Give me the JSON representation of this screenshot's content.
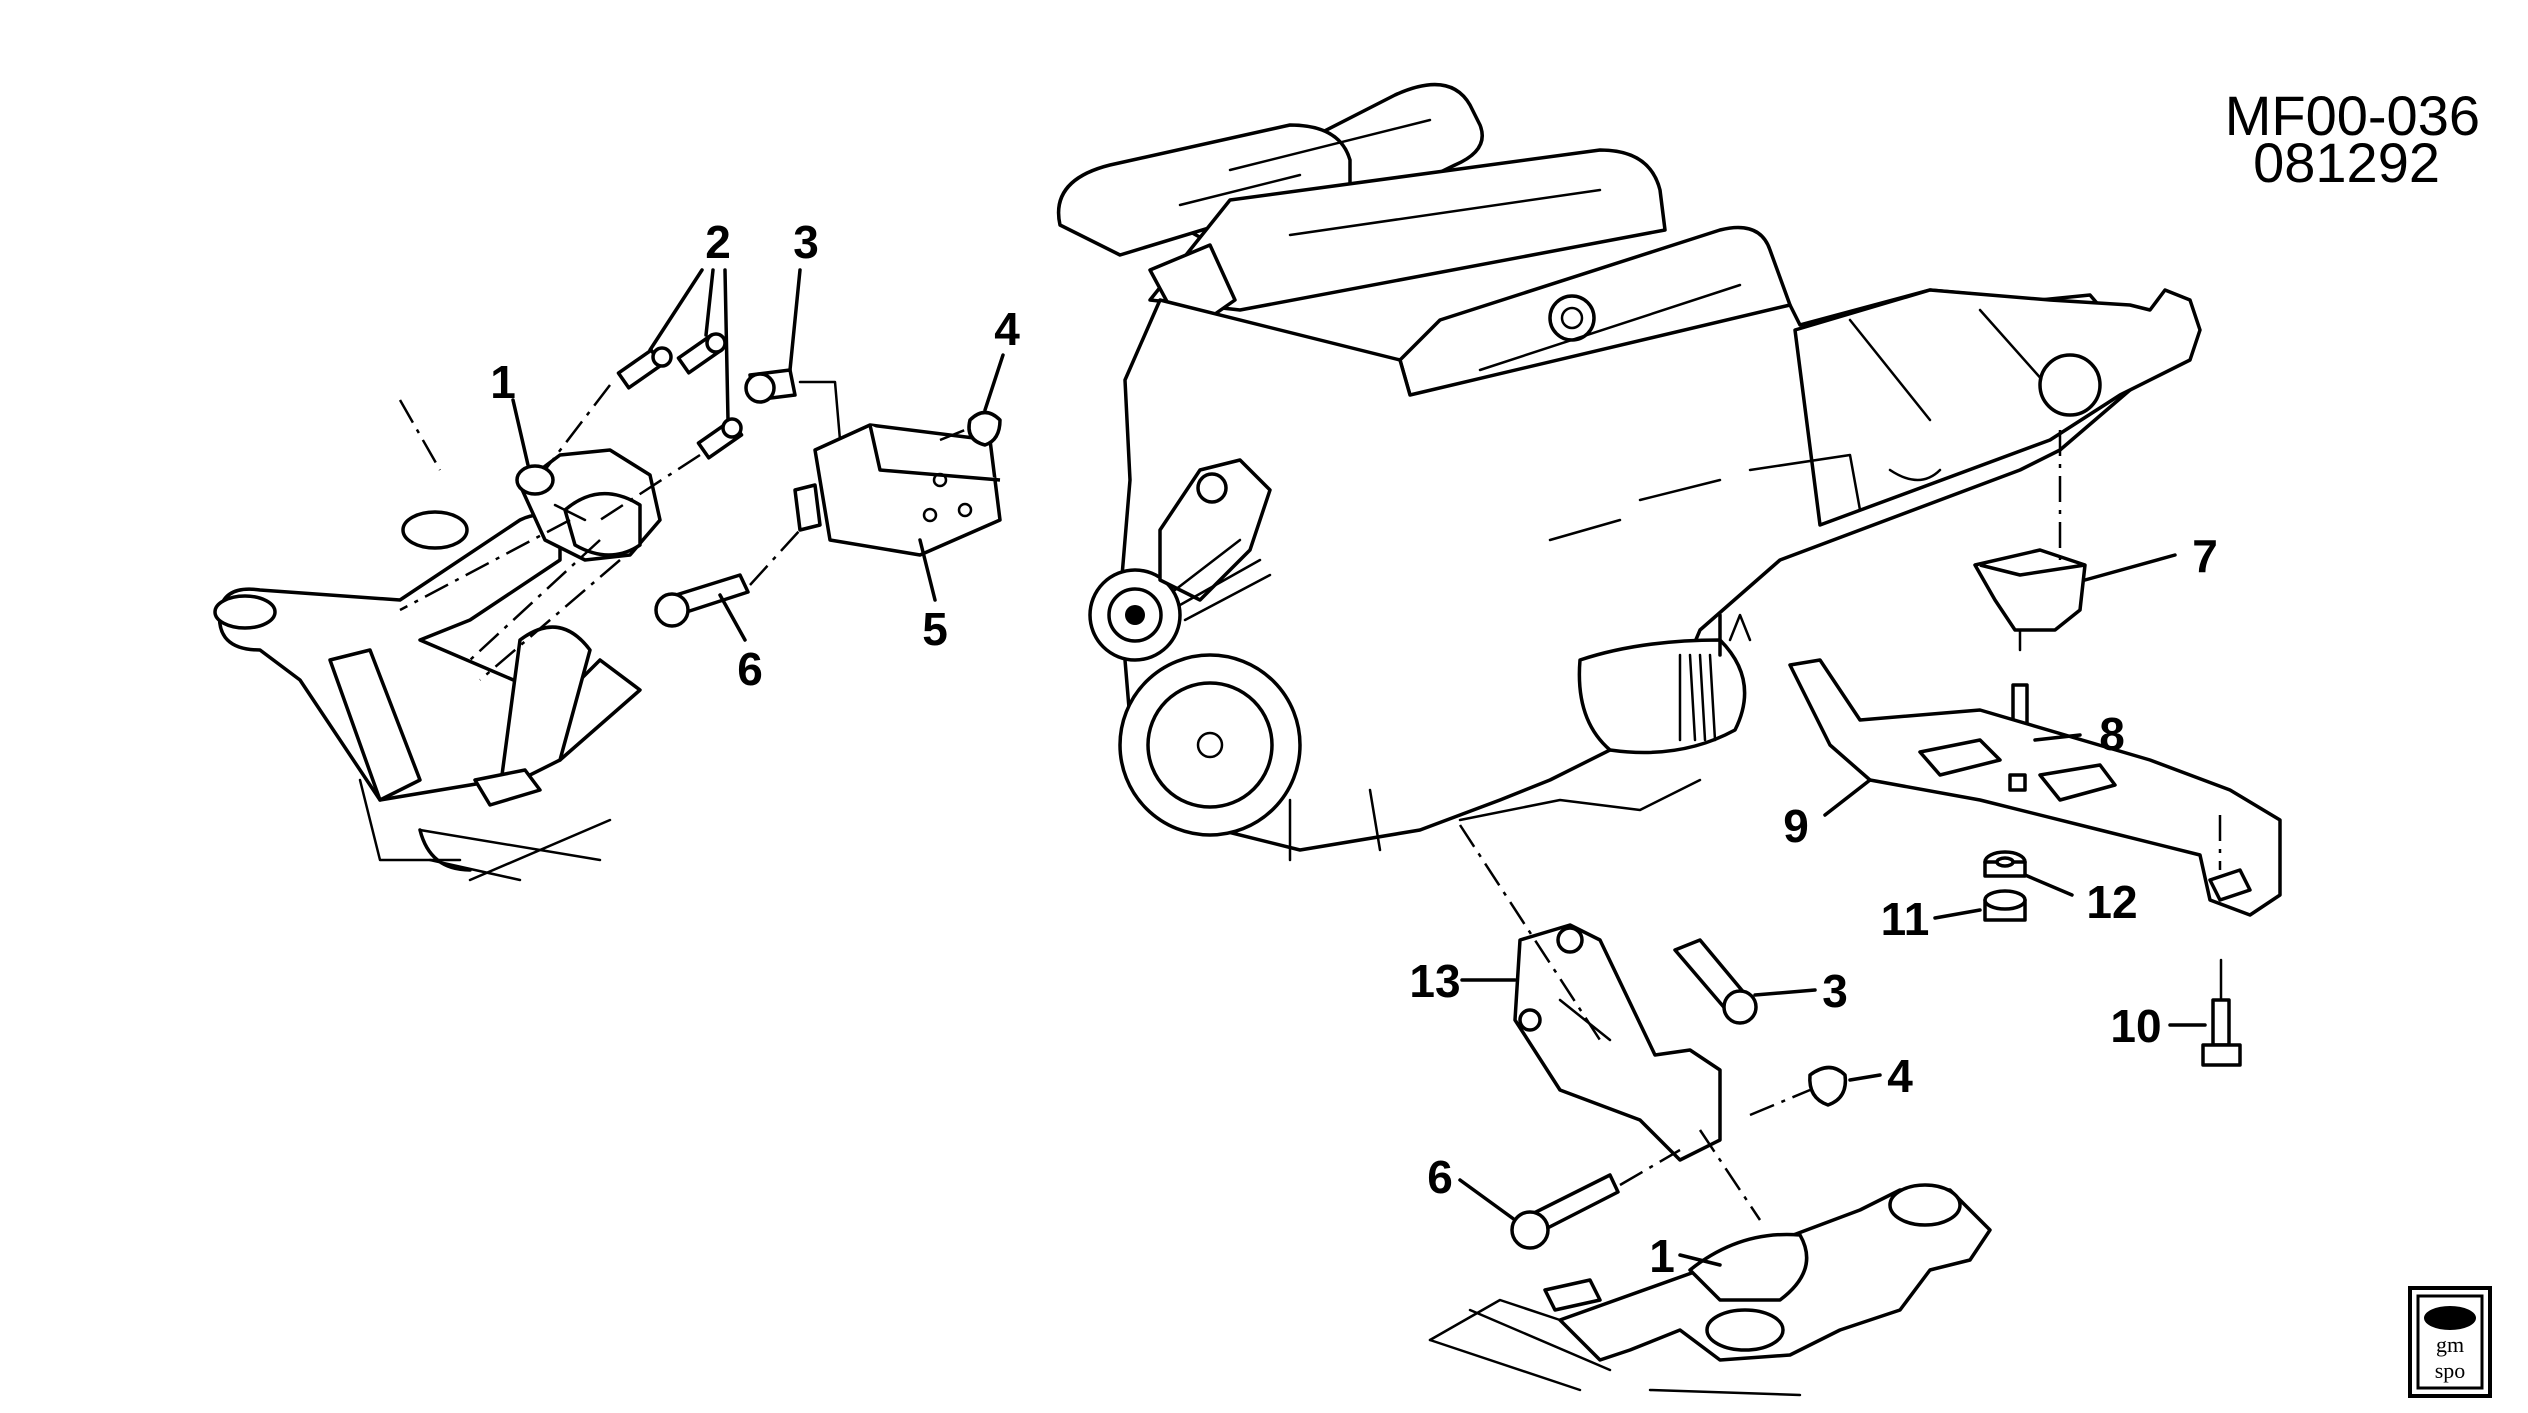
{
  "diagram": {
    "code_line1": "MF00-036",
    "code_line2": "081292",
    "logo_top": "gm",
    "logo_bottom": "spo",
    "callouts": [
      {
        "id": "c1a",
        "text": "1"
      },
      {
        "id": "c2",
        "text": "2"
      },
      {
        "id": "c3a",
        "text": "3"
      },
      {
        "id": "c4a",
        "text": "4"
      },
      {
        "id": "c5",
        "text": "5"
      },
      {
        "id": "c6a",
        "text": "6"
      },
      {
        "id": "c7",
        "text": "7"
      },
      {
        "id": "c8",
        "text": "8"
      },
      {
        "id": "c9",
        "text": "9"
      },
      {
        "id": "c11",
        "text": "11"
      },
      {
        "id": "c12",
        "text": "12"
      },
      {
        "id": "c10",
        "text": "10"
      },
      {
        "id": "c13",
        "text": "13"
      },
      {
        "id": "c3b",
        "text": "3"
      },
      {
        "id": "c4b",
        "text": "4"
      },
      {
        "id": "c6b",
        "text": "6"
      },
      {
        "id": "c1b",
        "text": "1"
      }
    ]
  }
}
